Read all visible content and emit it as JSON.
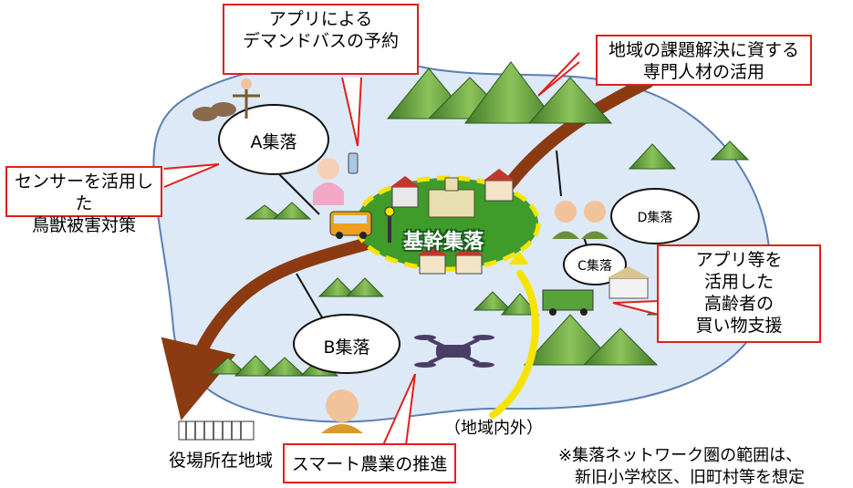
{
  "callouts": {
    "app_bus": "アプリによる\nデマンドバスの予約",
    "experts": "地域の課題解決に資する\n専門人材の活用",
    "sensor": "センサーを活用した\n鳥獣被害対策",
    "shopping": "アプリ等を\n活用した\n高齢者の\n買い物支援",
    "smart_farm": "スマート農業の推進"
  },
  "settlements": {
    "a": "A集落",
    "b": "B集落",
    "c": "C集落",
    "d": "D集落",
    "hub": "基幹集落"
  },
  "labels": {
    "inside_outside": "（地域内外）",
    "town_hall": "役場所在地域",
    "note_line1": "※集落ネットワーク圏の範囲は、",
    "note_line2": "新旧小学校区、旧町村等を想定"
  },
  "colors": {
    "region_fill": "#dde9f7",
    "region_stroke": "#5a7fb5",
    "callout_border": "#e0201a",
    "road": "#8b3a12",
    "yellow_arrow": "#f5e400",
    "mountain": "#5f9a3a",
    "hub_green": "#3f9b2a"
  }
}
